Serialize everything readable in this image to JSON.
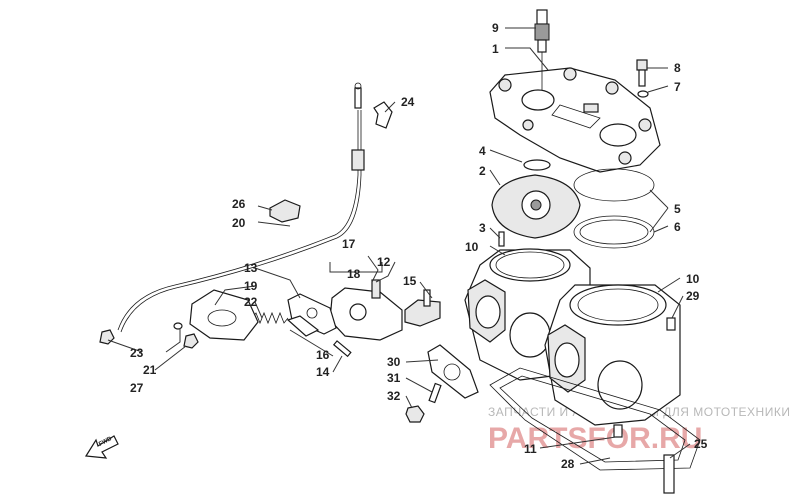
{
  "callouts": {
    "c1": "1",
    "c2": "2",
    "c3": "3",
    "c4": "4",
    "c5": "5",
    "c6": "6",
    "c7": "7",
    "c8": "8",
    "c9": "9",
    "c10a": "10",
    "c10b": "10",
    "c11": "11",
    "c12": "12",
    "c13": "13",
    "c14": "14",
    "c15": "15",
    "c16": "16",
    "c17": "17",
    "c18": "18",
    "c19": "19",
    "c20": "20",
    "c21": "21",
    "c22": "22",
    "c23": "23",
    "c24": "24",
    "c25": "25",
    "c26": "26",
    "c27": "27",
    "c28": "28",
    "c29": "29",
    "c30": "30",
    "c31": "31",
    "c32": "32"
  },
  "fwd_label": "FWD",
  "watermark": {
    "top_text": "ЗАПЧАСТИ И АКСЕССУАРЫ ДЛЯ МОТОТЕХНИКИ",
    "brand_text": "PARTSFOR.RU"
  },
  "colors": {
    "linework": "#1a1a1a",
    "watermark_brand": "#e7a8a8",
    "watermark_top": "#b8b8b8"
  }
}
